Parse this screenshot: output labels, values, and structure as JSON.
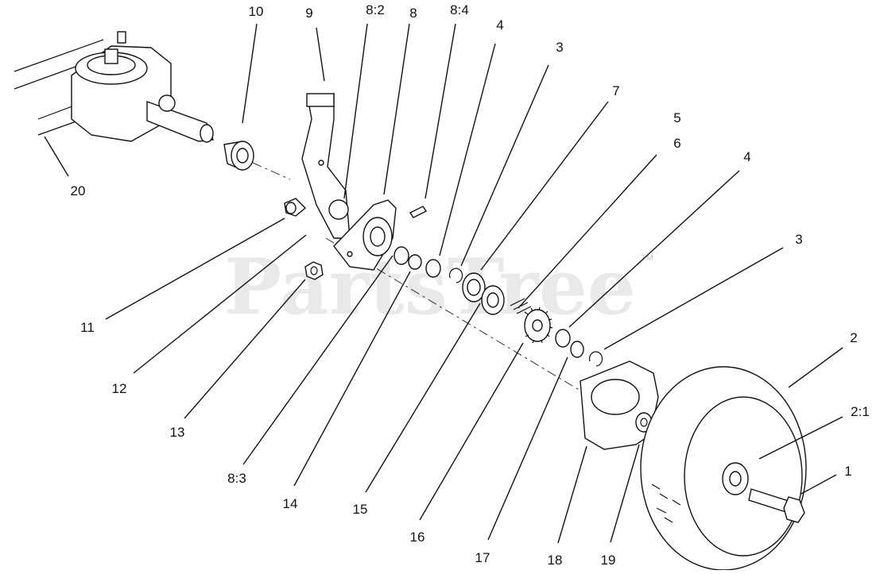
{
  "watermark": {
    "text": "PartsTree",
    "trademark": "TM"
  },
  "callouts": [
    {
      "id": "c-10",
      "label": "10"
    },
    {
      "id": "c-9",
      "label": "9"
    },
    {
      "id": "c-8-2",
      "label": "8:2"
    },
    {
      "id": "c-8",
      "label": "8"
    },
    {
      "id": "c-8-4",
      "label": "8:4"
    },
    {
      "id": "c-4a",
      "label": "4"
    },
    {
      "id": "c-3a",
      "label": "3"
    },
    {
      "id": "c-7",
      "label": "7"
    },
    {
      "id": "c-5",
      "label": "5"
    },
    {
      "id": "c-6",
      "label": "6"
    },
    {
      "id": "c-4b",
      "label": "4"
    },
    {
      "id": "c-3b",
      "label": "3"
    },
    {
      "id": "c-2",
      "label": "2"
    },
    {
      "id": "c-2-1",
      "label": "2:1"
    },
    {
      "id": "c-1",
      "label": "1"
    },
    {
      "id": "c-20",
      "label": "20"
    },
    {
      "id": "c-11",
      "label": "11"
    },
    {
      "id": "c-12",
      "label": "12"
    },
    {
      "id": "c-13",
      "label": "13"
    },
    {
      "id": "c-8-3",
      "label": "8:3"
    },
    {
      "id": "c-14",
      "label": "14"
    },
    {
      "id": "c-15",
      "label": "15"
    },
    {
      "id": "c-16",
      "label": "16"
    },
    {
      "id": "c-17",
      "label": "17"
    },
    {
      "id": "c-18",
      "label": "18"
    },
    {
      "id": "c-19",
      "label": "19"
    }
  ]
}
